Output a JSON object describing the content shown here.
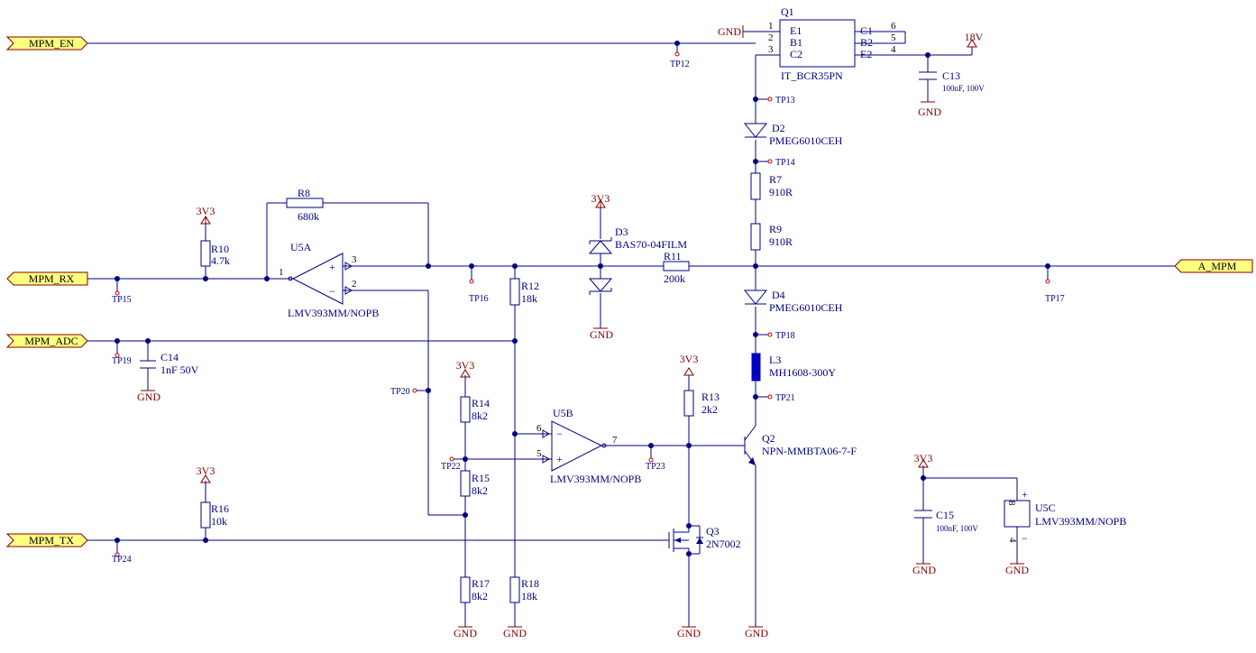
{
  "colors": {
    "wire": "#000080",
    "power": "#800000",
    "port_fill": "#FFFF80",
    "testpoint": "#C00000",
    "inductor": "#0000C0"
  },
  "ports": {
    "mpm_en": "MPM_EN",
    "mpm_rx": "MPM_RX",
    "mpm_adc": "MPM_ADC",
    "mpm_tx": "MPM_TX",
    "a_mpm": "A_MPM"
  },
  "power": {
    "gnd": "GND",
    "v3v3": "3V3",
    "v18": "18V"
  },
  "testpoints": {
    "tp12": "TP12",
    "tp13": "TP13",
    "tp14": "TP14",
    "tp15": "TP15",
    "tp16": "TP16",
    "tp17": "TP17",
    "tp18": "TP18",
    "tp19": "TP19",
    "tp20": "TP20",
    "tp21": "TP21",
    "tp22": "TP22",
    "tp23": "TP23",
    "tp24": "TP24"
  },
  "components": {
    "q1": {
      "ref": "Q1",
      "part": "IT_BCR35PN",
      "pins": [
        "1",
        "2",
        "3",
        "6",
        "5",
        "4"
      ],
      "pin_names": [
        "E1",
        "B1",
        "C2",
        "C1",
        "B2",
        "E2"
      ]
    },
    "c13": {
      "ref": "C13",
      "value": "100nF, 100V"
    },
    "d2": {
      "ref": "D2",
      "value": "PMEG6010CEH"
    },
    "r7": {
      "ref": "R7",
      "value": "910R"
    },
    "r9": {
      "ref": "R9",
      "value": "910R"
    },
    "d4": {
      "ref": "D4",
      "value": "PMEG6010CEH"
    },
    "l3": {
      "ref": "L3",
      "value": "MH1608-300Y"
    },
    "q2": {
      "ref": "Q2",
      "value": "NPN-MMBTA06-7-F"
    },
    "r13": {
      "ref": "R13",
      "value": "2k2"
    },
    "q3": {
      "ref": "Q3",
      "value": "2N7002"
    },
    "r8": {
      "ref": "R8",
      "value": "680k"
    },
    "r10": {
      "ref": "R10",
      "value": "4.7k"
    },
    "u5a": {
      "ref": "U5A",
      "value": "LMV393MM/NOPB",
      "pins": [
        "1",
        "3",
        "2"
      ]
    },
    "d3": {
      "ref": "D3",
      "value": "BAS70-04FILM"
    },
    "r11": {
      "ref": "R11",
      "value": "200k"
    },
    "r12": {
      "ref": "R12",
      "value": "18k"
    },
    "c14": {
      "ref": "C14",
      "value": "1nF 50V"
    },
    "r14": {
      "ref": "R14",
      "value": "8k2"
    },
    "r15": {
      "ref": "R15",
      "value": "8k2"
    },
    "r17": {
      "ref": "R17",
      "value": "8k2"
    },
    "r18": {
      "ref": "R18",
      "value": "18k"
    },
    "u5b": {
      "ref": "U5B",
      "value": "LMV393MM/NOPB",
      "pins": [
        "6",
        "5",
        "7"
      ]
    },
    "r16": {
      "ref": "R16",
      "value": "10k"
    },
    "c15": {
      "ref": "C15",
      "value": "100nF, 100V"
    },
    "u5c": {
      "ref": "U5C",
      "value": "LMV393MM/NOPB",
      "pins": [
        "8",
        "4"
      ]
    }
  }
}
